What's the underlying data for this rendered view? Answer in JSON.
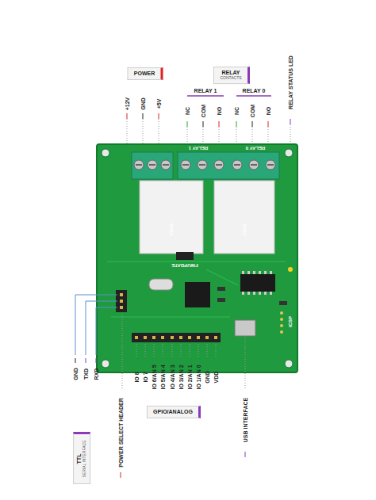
{
  "diagram": {
    "nodes": [
      {
        "text": [
          "POWER"
        ]
      },
      {
        "text": [
          "RELAY",
          "CONTACTS"
        ]
      },
      {
        "text": [
          "TTL",
          "SERIAL INTERFACE"
        ]
      },
      {
        "text": [
          "GPIO/ANALOG"
        ]
      }
    ],
    "labels": [
      "+12V",
      "GND",
      "+5V",
      "NC",
      "COM",
      "NO",
      "NC",
      "COM",
      "NO",
      "RELAY 1",
      "RELAY 0",
      "RELAY STATUS LED",
      "GND",
      "TXD",
      "RXD",
      "POWER SELECT HEADER",
      "IO 8",
      "IO 7",
      "IO 6/AN 5",
      "IO 5/AN 4",
      "IO 4/AN 3",
      "IO 3/AN 2",
      "IO 2/AN 1",
      "IO 1/AN 0",
      "GND",
      "VDD",
      "USB INTERFACE",
      "RELAY 1",
      "RELAY 0",
      "FWUPDATE",
      "ICSP",
      "5VDC",
      "5VDC"
    ]
  }
}
